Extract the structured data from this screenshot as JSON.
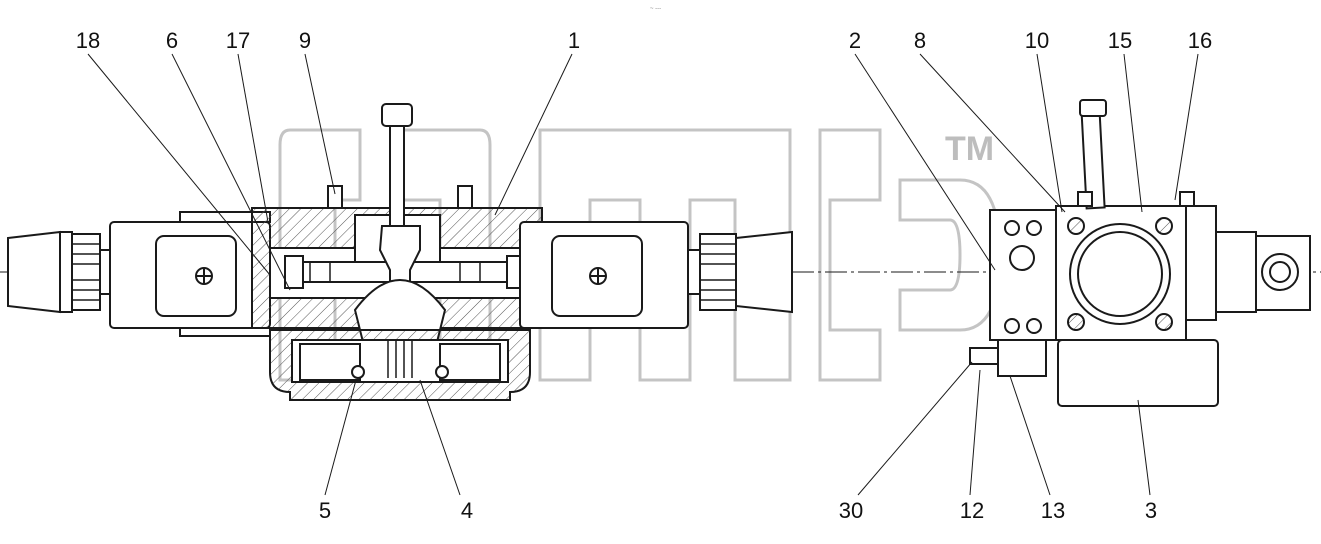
{
  "header": {
    "mark": "~ ---"
  },
  "watermark": {
    "text": "TM",
    "color": "#bdbdbd"
  },
  "colors": {
    "line": "#1a1a1a",
    "fill": "#ececec",
    "hatch": "#555555"
  },
  "labels": {
    "l18": "18",
    "l6": "6",
    "l17": "17",
    "l9": "9",
    "l1": "1",
    "l2": "2",
    "l8": "8",
    "l10": "10",
    "l15": "15",
    "l16": "16",
    "l5": "5",
    "l4": "4",
    "l30": "30",
    "l12": "12",
    "l13": "13",
    "l3": "3"
  }
}
